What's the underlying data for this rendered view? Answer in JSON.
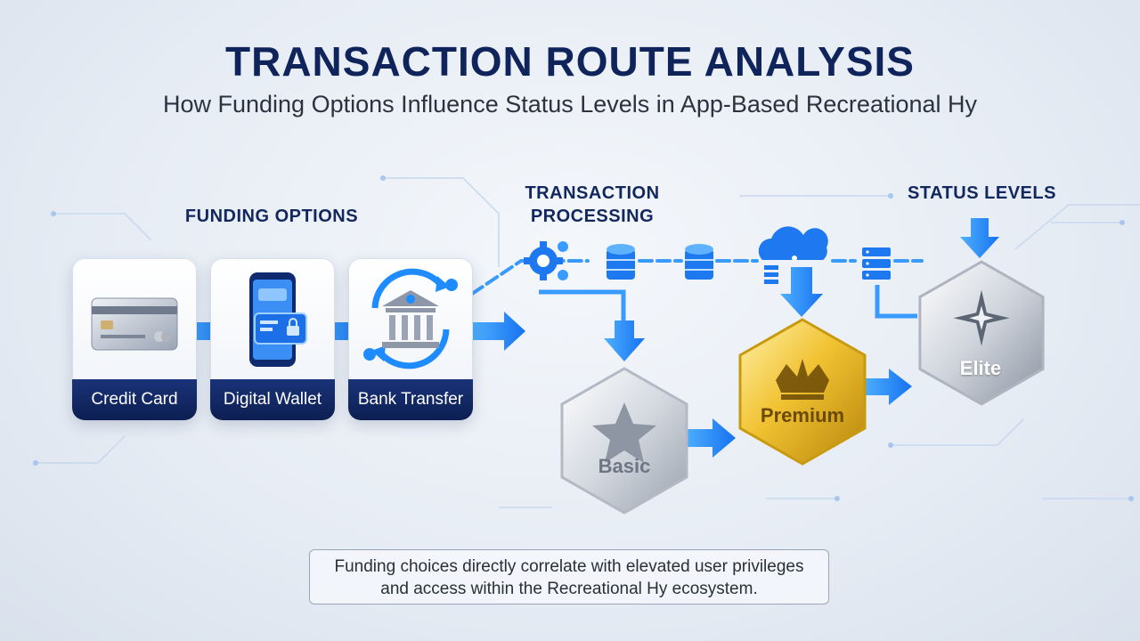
{
  "header": {
    "title": "TRANSACTION ROUTE ANALYSIS",
    "subtitle": "How Funding Options Influence Status Levels in App-Based Recreational Hy"
  },
  "sections": {
    "funding": "FUNDING OPTIONS",
    "processing_line1": "TRANSACTION",
    "processing_line2": "PROCESSING",
    "status": "STATUS LEVELS"
  },
  "funding_options": [
    {
      "label": "Credit Card",
      "icon": "credit-card-icon"
    },
    {
      "label": "Digital Wallet",
      "icon": "smartphone-wallet-icon"
    },
    {
      "label": "Bank Transfer",
      "icon": "bank-icon"
    }
  ],
  "processing_icons": [
    "gears-icon",
    "database-icon",
    "database-icon",
    "cloud-server-icon",
    "server-rack-icon"
  ],
  "status_levels": {
    "basic": {
      "label": "Basic",
      "icon": "star-icon"
    },
    "premium": {
      "label": "Premium",
      "icon": "crown-icon"
    },
    "elite": {
      "label": "Elite",
      "icon": "compass-star-icon"
    }
  },
  "footer": {
    "line1": "Funding choices directly correlate with elevated user privileges",
    "line2": "and access within the Recreational Hy ecosystem."
  },
  "colors": {
    "title": "#10245c",
    "flow_blue": "#1e8cff",
    "label_navy": "#0d1f52",
    "gold": "#e3b21a",
    "silver": "#c9ced6"
  }
}
